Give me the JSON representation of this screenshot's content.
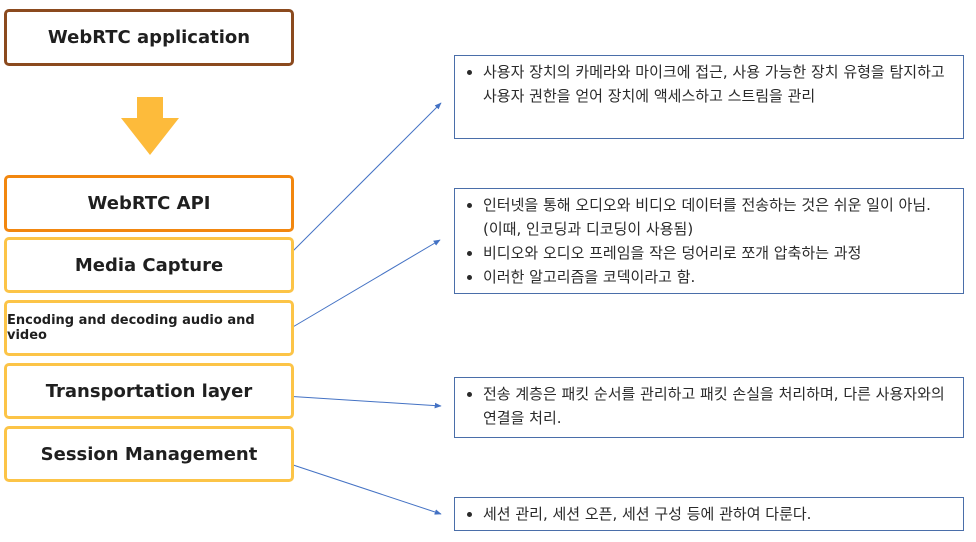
{
  "stack": {
    "application": "WebRTC application",
    "api": "WebRTC API",
    "layers": [
      "Media Capture",
      "Encoding and decoding audio and video",
      "Transportation layer",
      "Session Management"
    ]
  },
  "notes": {
    "media_capture": [
      "사용자 장치의 카메라와 마이크에 접근, 사용 가능한 장치 유형을 탐지하고 사용자 권한을 얻어 장치에 액세스하고 스트림을 관리"
    ],
    "encoding": [
      "인터넷을 통해 오디오와 비디오 데이터를 전송하는 것은 쉬운 일이 아님. (이때, 인코딩과 디코딩이 사용됨)",
      "비디오와 오디오 프레임을 작은 덩어리로 쪼개 압축하는 과정",
      "이러한 알고리즘을 코덱이라고 함."
    ],
    "transport": [
      "전송 계층은 패킷 순서를 관리하고 패킷 손실을 처리하며, 다른 사용자와의 연결을 처리."
    ],
    "session": [
      "세션 관리, 세션 오픈, 세션 구성 등에 관하여 다룬다."
    ]
  },
  "colors": {
    "application_border": "#8b4a1e",
    "api_border": "#f2870f",
    "layer_border": "#fcc447",
    "arrow_fill": "#fdbb3b",
    "connector": "#4472c4",
    "note_border": "#4a6ea9"
  }
}
